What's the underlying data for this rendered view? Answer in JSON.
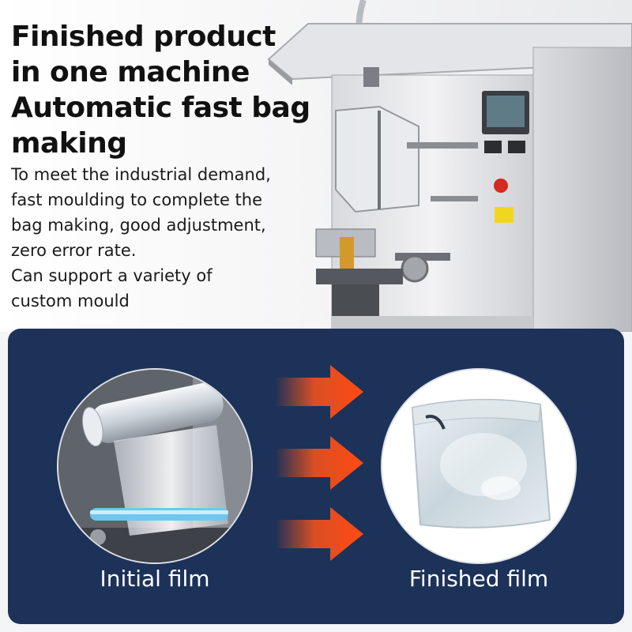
{
  "headline": {
    "lines": [
      "Finished product",
      "in one machine",
      "Automatic fast bag",
      "making"
    ]
  },
  "description": {
    "lines": [
      "To meet the industrial demand,",
      "fast moulding to complete the",
      "bag making, good adjustment,",
      "zero error rate.",
      "Can support a variety of",
      "custom mould"
    ]
  },
  "comparison": {
    "before_label": "Initial film",
    "after_label": "Finished film"
  },
  "colors": {
    "panel": "#1d3258",
    "arrow": "#f0521e"
  },
  "icons": [
    "arrow-right-icon",
    "arrow-right-icon",
    "arrow-right-icon"
  ]
}
